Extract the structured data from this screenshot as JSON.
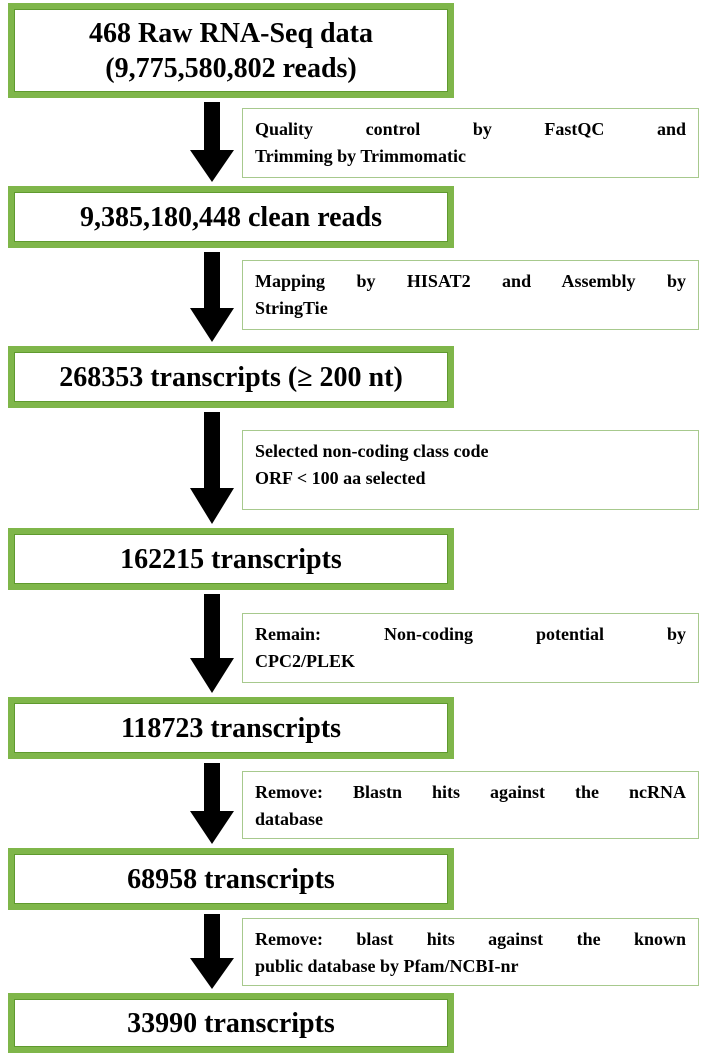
{
  "steps": [
    {
      "line1": "468 Raw RNA-Seq data",
      "line2": "(9,775,580,802 reads)"
    },
    {
      "line1": "9,385,180,448 clean reads"
    },
    {
      "line1": "268353 transcripts  (≥ 200 nt)"
    },
    {
      "line1": "162215 transcripts"
    },
    {
      "line1": "118723 transcripts"
    },
    {
      "line1": "68958 transcripts"
    },
    {
      "line1": "33990 transcripts"
    }
  ],
  "notes": [
    {
      "line1": "Quality control by FastQC and",
      "line2": "Trimming by Trimmomatic"
    },
    {
      "line1": "Mapping by HISAT2 and Assembly by",
      "line2": "StringTie"
    },
    {
      "line1": "Selected non-coding class code",
      "line2": "ORF < 100 aa selected"
    },
    {
      "line1": "Remain: Non-coding potential by",
      "line2": "CPC2/PLEK"
    },
    {
      "line1": "Remove: Blastn hits against the ncRNA",
      "line2": "database"
    },
    {
      "line1": "Remove: blast hits against the known",
      "line2": "public database by Pfam/NCBI-nr"
    }
  ],
  "colors": {
    "box_border": "#7fb64a",
    "arrow": "#000000"
  }
}
